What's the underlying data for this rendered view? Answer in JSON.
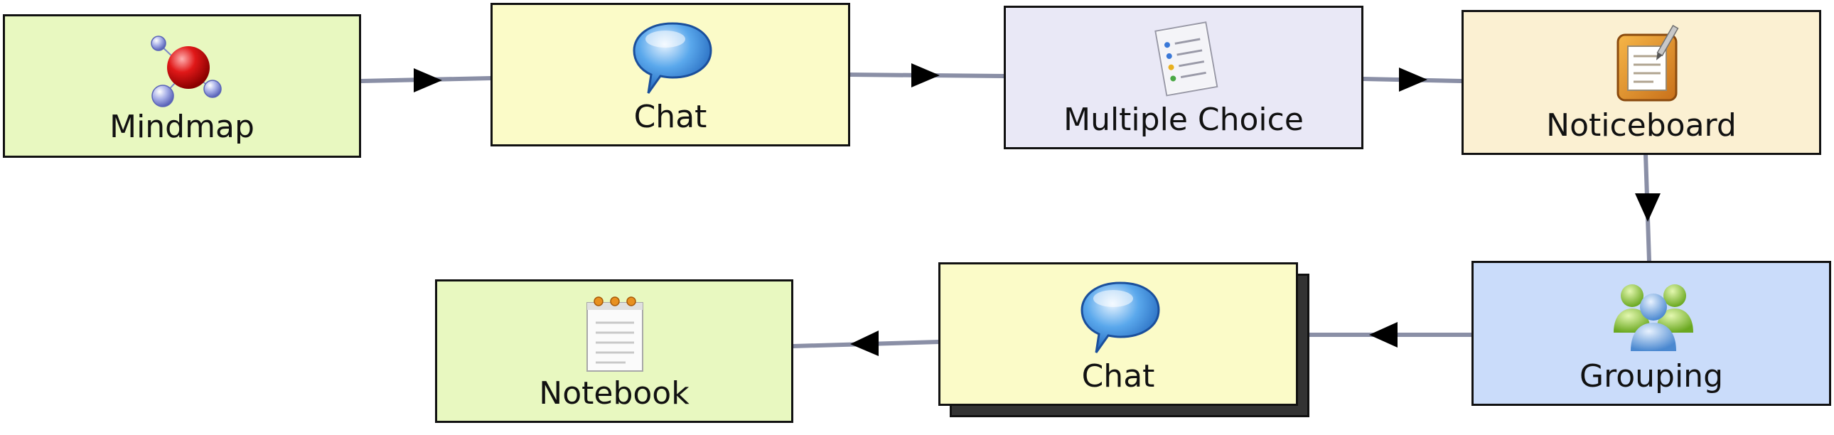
{
  "colors": {
    "connector": "#8a8fa6",
    "arrowhead": "#000000",
    "border": "#111111",
    "mindmap_fill": "#e8f8c0",
    "chat_fill": "#fbfbc8",
    "multiple_choice_fill": "#e9e8f6",
    "noticeboard_fill": "#fbf0d2",
    "grouping_fill": "#cadcfa",
    "notebook_fill": "#e8f8c0",
    "shadow": "#333333"
  },
  "nodes": {
    "mindmap": {
      "label": "Mindmap",
      "icon": "mindmap-icon"
    },
    "chat_1": {
      "label": "Chat",
      "icon": "speech-bubble-icon"
    },
    "multiple_choice": {
      "label": "Multiple Choice",
      "icon": "checklist-document-icon"
    },
    "noticeboard": {
      "label": "Noticeboard",
      "icon": "noticeboard-icon"
    },
    "grouping": {
      "label": "Grouping",
      "icon": "people-group-icon"
    },
    "chat_2": {
      "label": "Chat",
      "icon": "speech-bubble-icon"
    },
    "notebook": {
      "label": "Notebook",
      "icon": "notepad-icon"
    }
  },
  "edges": [
    {
      "from": "Mindmap",
      "to": "Chat"
    },
    {
      "from": "Chat",
      "to": "Multiple Choice"
    },
    {
      "from": "Multiple Choice",
      "to": "Noticeboard"
    },
    {
      "from": "Noticeboard",
      "to": "Grouping"
    },
    {
      "from": "Grouping",
      "to": "Chat"
    },
    {
      "from": "Chat",
      "to": "Notebook"
    }
  ]
}
